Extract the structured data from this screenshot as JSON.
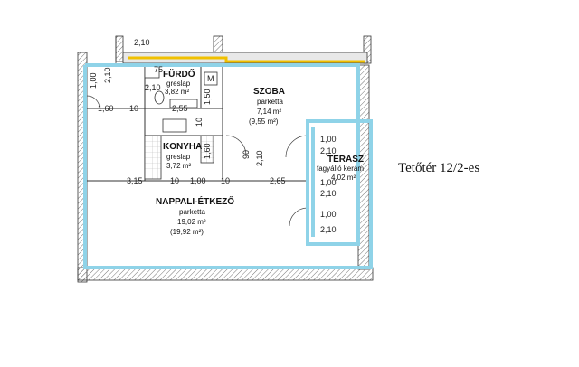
{
  "sheet_title": "Tetőtér 12/2-es",
  "colors": {
    "wall_accent": "#8fd3e8",
    "roof_edge": "#f0c000",
    "line": "#333333",
    "hatch": "#777777",
    "tile": "#bdbdbd"
  },
  "rooms": {
    "furdo": {
      "name": "FÜRDŐ",
      "material": "greslap",
      "area": "3,82 m²"
    },
    "szoba": {
      "name": "SZOBA",
      "material": "parketta",
      "area": "7,14 m²",
      "area2": "(9,55 m²)"
    },
    "konyha": {
      "name": "KONYHA",
      "material": "greslap",
      "area": "3,72 m²"
    },
    "terasz": {
      "name": "TERASZ",
      "material": "fagyálló kerám",
      "area": "4,02 m²"
    },
    "nappali": {
      "name": "NAPPALI-ÉTKEZŐ",
      "material": "parketta",
      "area": "19,02 m²",
      "area2": "(19,92 m²)"
    }
  },
  "dimensions": {
    "top_partial": "2,10",
    "left_door_w": "1,00",
    "left_door_h": "2,10",
    "furdo_door_w": "75",
    "furdo_door_h": "2,10",
    "furdo_stack": "1,50",
    "m_mark": "M",
    "row1_a": "1,60",
    "row1_b": "10",
    "row1_c": "2,55",
    "row1_d": "10",
    "konyha_h": "1,60",
    "door90_w": "90",
    "door90_h": "2,10",
    "row2_a": "3,15",
    "row2_b": "10",
    "row2_c": "1,00",
    "row2_d": "10",
    "row2_e": "2,65",
    "terasz_d1_w": "1,00",
    "terasz_d1_h": "2,10",
    "terasz_d2_w": "1,00",
    "terasz_d2_h": "2,10",
    "terasz_d3_w": "1,00",
    "terasz_d3_h": "2,10"
  }
}
